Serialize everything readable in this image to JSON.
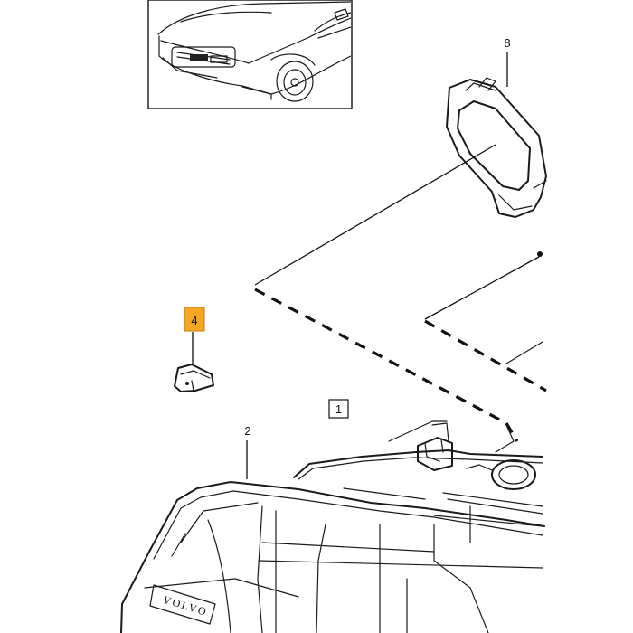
{
  "diagram": {
    "callouts": {
      "part_8": "8",
      "part_4": "4",
      "part_2": "2",
      "part_1": "1"
    },
    "highlight_color": "#f5a623",
    "lens_emblem": "VOLVO"
  }
}
